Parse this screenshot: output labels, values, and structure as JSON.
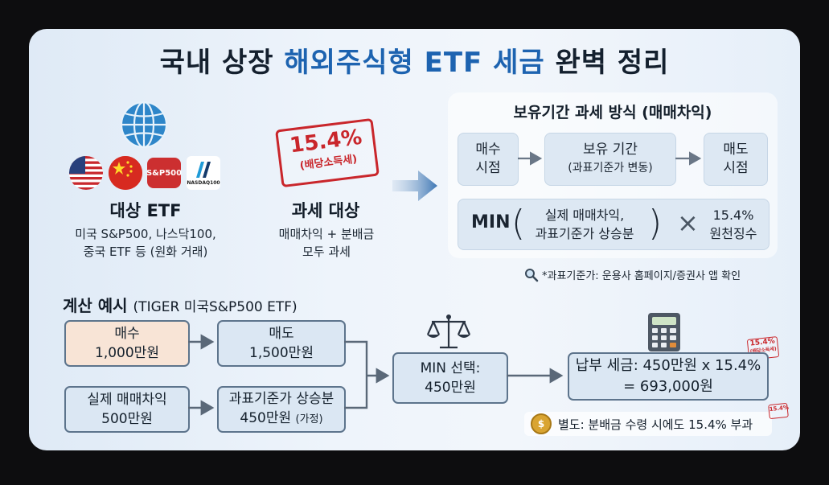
{
  "title": {
    "part1": "국내 상장 ",
    "accent": "해외주식형 ETF 세금",
    "part2": " 완벽 정리"
  },
  "target": {
    "heading": "대상 ETF",
    "line1": "미국 S&P500, 나스닥100,",
    "line2": "중국 ETF 등 (원화 거래)",
    "badges": {
      "sp500": "S&P500",
      "nasdaq": "NASDAQ100"
    },
    "icons": [
      "globe-icon",
      "us-flag-icon",
      "china-flag-icon",
      "sp500-logo",
      "nasdaq-logo"
    ]
  },
  "taxation": {
    "stamp_rate": "15.4%",
    "stamp_label": "(배당소득세)",
    "heading": "과세 대상",
    "line1": "매매차익 + 분배금",
    "line2": "모두 과세"
  },
  "holding": {
    "title": "보유기간 과세 방식 (매매차익)",
    "steps": [
      {
        "line1": "매수",
        "line2": "시점"
      },
      {
        "line1": "보유 기간",
        "line2": "(과표기준가 변동)"
      },
      {
        "line1": "매도",
        "line2": "시점"
      }
    ],
    "min_word": "MIN",
    "min_line1": "실제 매매차익,",
    "min_line2": "과표기준가 상승분",
    "times": "×",
    "rate_line1": "15.4%",
    "rate_line2": "원천징수"
  },
  "note": "*과표기준가: 운용사 홈페이지/증권사 앱 확인",
  "calc": {
    "title": "계산 예시",
    "subtitle": "(TIGER 미국S&P500 ETF)",
    "buy_label": "매수",
    "buy_value": "1,000만원",
    "sell_label": "매도",
    "sell_value": "1,500만원",
    "actual_label": "실제 매매차익",
    "actual_value": "500만원",
    "base_label": "과표기준가 상승분",
    "base_value": "450만원",
    "base_note": "(가정)",
    "min_label": "MIN 선택:",
    "min_value": "450만원",
    "tax_line1": "납부 세금: 450만원 x 15.4%",
    "tax_line2": "= 693,000원",
    "mini_stamp_rate": "15.4%",
    "mini_stamp_label": "(배당소득세)"
  },
  "bonus": "별도: 분배금 수령 시에도 15.4% 부과",
  "colors": {
    "accent": "#1d63b0",
    "stamp": "#c9262b",
    "box_border": "#5d748c",
    "box_fill": "#dbe7f3",
    "buy_fill": "#f8e4d6"
  }
}
